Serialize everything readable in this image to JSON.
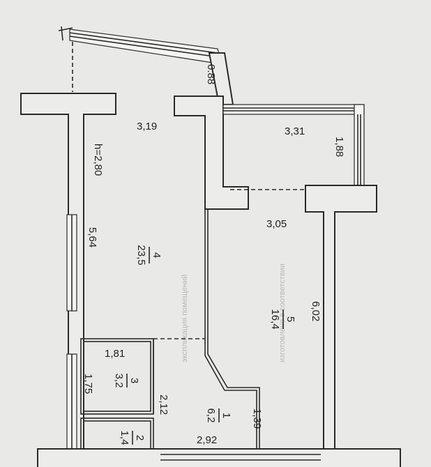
{
  "dimensions": {
    "balcony_top_width": "3,19",
    "balcony_side": "0.88",
    "room_top_width": "3,31",
    "room_side": "1,88",
    "height": "h=2,80",
    "hall_width": "3,05",
    "left_length": "5,64",
    "right_length": "6,02",
    "bath_width": "1,81",
    "bath_depth": "1,75",
    "corridor_len": "2,12",
    "corridor_side": "1,39",
    "bottom_width": "2,92"
  },
  "rooms": [
    {
      "id": "4",
      "area": "23,5"
    },
    {
      "id": "5",
      "area": "16,4"
    },
    {
      "id": "3",
      "area": "3,2"
    },
    {
      "id": "2",
      "area": "1,4"
    },
    {
      "id": "1",
      "area": "6,2"
    }
  ],
  "background_text": {
    "line1": "экспликация помещений",
    "line2": "изготовлено в соответствии"
  },
  "colors": {
    "paper": "#e9e9e7",
    "ink": "#2a2a2a"
  }
}
